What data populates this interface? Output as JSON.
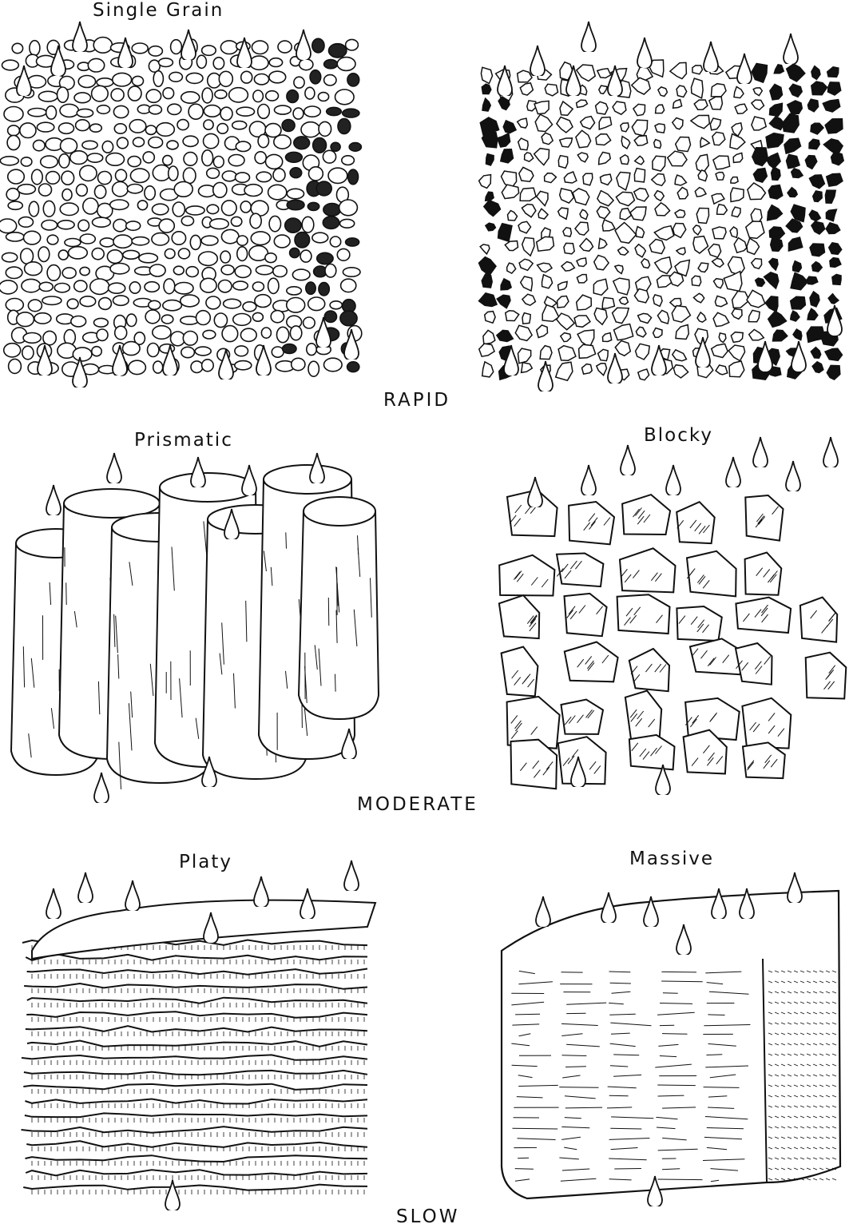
{
  "panels": {
    "single_grain": {
      "label": "Single Grain"
    },
    "granular": {
      "label": ""
    },
    "prismatic": {
      "label": "Prismatic"
    },
    "blocky": {
      "label": "Blocky"
    },
    "platy": {
      "label": "Platy"
    },
    "massive": {
      "label": "Massive"
    }
  },
  "rates": {
    "rapid": "RAPID",
    "moderate": "MODERATE",
    "slow": "SLOW"
  },
  "colors": {
    "ink": "#111111",
    "paper": "#ffffff"
  },
  "icons": [
    "water-drop-icon"
  ]
}
